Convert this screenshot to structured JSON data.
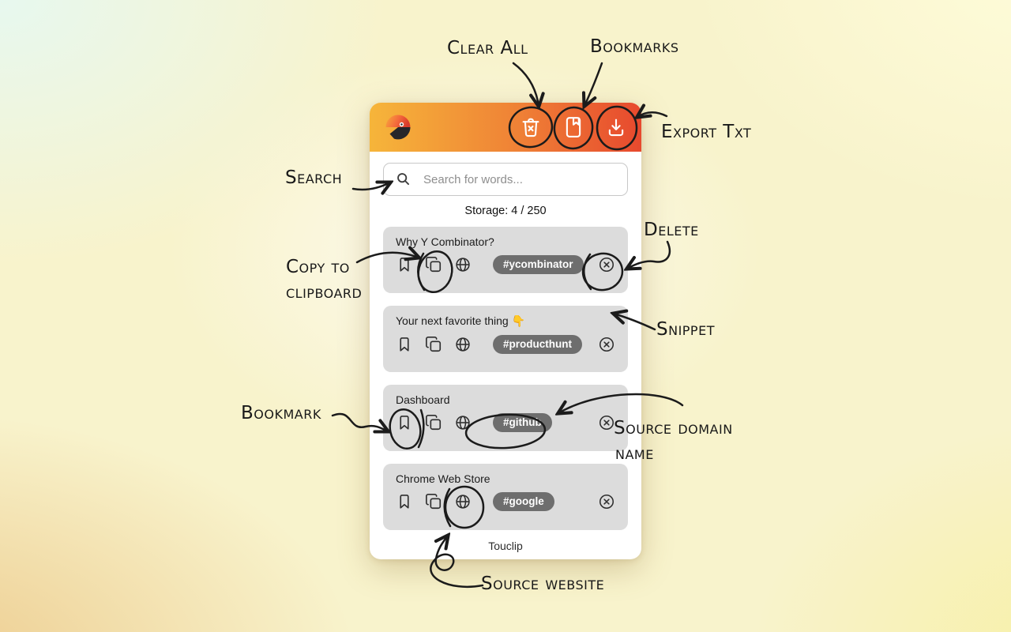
{
  "app": {
    "footer_label": "Touclip"
  },
  "header": {
    "logo": "toucan-logo",
    "buttons": [
      {
        "id": "clear-all",
        "icon": "trash-x-icon"
      },
      {
        "id": "bookmarks",
        "icon": "book-icon"
      },
      {
        "id": "export-txt",
        "icon": "download-icon"
      }
    ],
    "colors": {
      "gradient_left": "#f6b53a",
      "gradient_right": "#e7492e"
    }
  },
  "search": {
    "placeholder": "Search for words...",
    "value": ""
  },
  "storage": {
    "label": "Storage: 4 / 250"
  },
  "snippets": [
    {
      "title": "Why Y Combinator?",
      "tag": "#ycombinator"
    },
    {
      "title": "Your next favorite thing 👇",
      "tag": "#producthunt"
    },
    {
      "title": "Dashboard",
      "tag": "#github"
    },
    {
      "title": "Chrome Web Store",
      "tag": "#google"
    }
  ],
  "snippet_colors": {
    "card_bg": "#dcdcdc",
    "tag_bg": "#6e6e6e",
    "tag_text": "#ffffff"
  },
  "annotations": {
    "clear_all": "Clear All",
    "bookmarks": "Bookmarks",
    "export_txt": "Export Txt",
    "search": "Search",
    "copy_line1": "Copy to",
    "copy_line2": "clipboard",
    "delete": "Delete",
    "snippet": "Snippet",
    "bookmark": "Bookmark",
    "source_domain_line1": "Source domain",
    "source_domain_line2": "name",
    "source_website": "Source website"
  }
}
